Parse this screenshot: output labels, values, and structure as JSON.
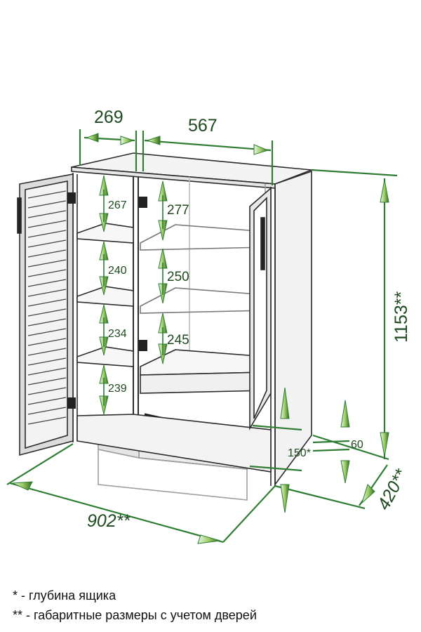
{
  "dimensions": {
    "door_width": "269",
    "glass_section_width": "567",
    "height_total": "1153**",
    "width_total": "902**",
    "depth_total": "420**",
    "drawer_depth": "150*",
    "plinth_height": "60",
    "left_shelves": [
      "267",
      "240",
      "234",
      "239"
    ],
    "right_shelves": [
      "277",
      "250",
      "245"
    ]
  },
  "notes": {
    "drawer_depth_note": "* - глубина ящика",
    "overall_dims_note": "** - габаритные размеры с учетом дверей"
  },
  "colors": {
    "dimension_line": "#2e7d32",
    "dimension_text": "#1f4a1f",
    "outline": "#2b2b2b",
    "panel": "#f2f2f2"
  }
}
